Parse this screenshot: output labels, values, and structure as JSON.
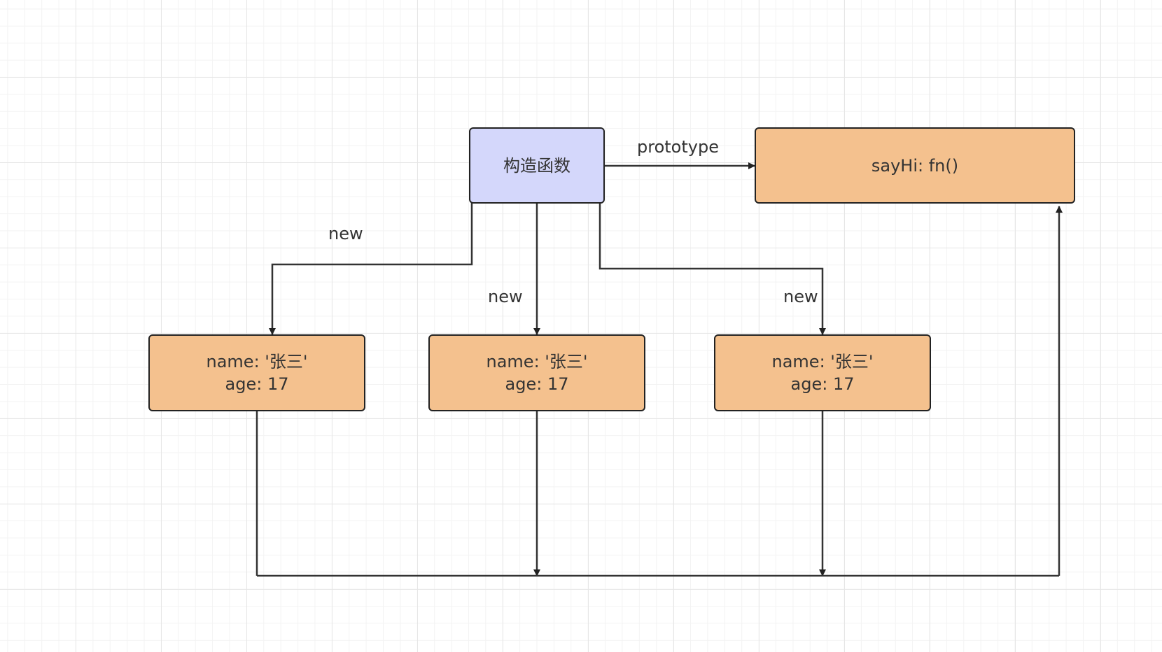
{
  "diagram": {
    "constructor_label": "构造函数",
    "prototype_label": "sayHi: fn()",
    "edge_prototype": "prototype",
    "edge_new": "new",
    "instances": [
      {
        "name": "name: '张三'",
        "age": "age: 17"
      },
      {
        "name": "name: '张三'",
        "age": "age: 17"
      },
      {
        "name": "name: '张三'",
        "age": "age: 17"
      }
    ]
  },
  "colors": {
    "constructor_fill": "#d4d7fb",
    "object_fill": "#f4c18e",
    "stroke": "#222222"
  }
}
